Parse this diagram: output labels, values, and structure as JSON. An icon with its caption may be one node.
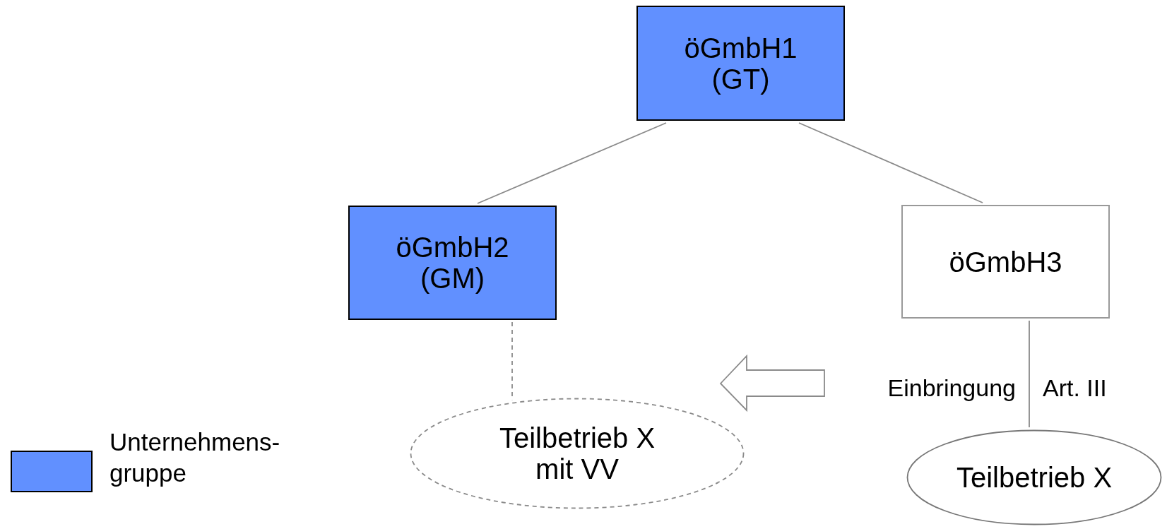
{
  "diagram": {
    "nodes": [
      {
        "text": [
          "öGmbH1 (GT)"
        ]
      },
      {
        "text": [
          "öGmbH2 (GM)"
        ]
      },
      {
        "text": [
          "öGmbH3"
        ]
      },
      {
        "text": [
          "Teilbetrieb X mit VV"
        ]
      },
      {
        "text": [
          "Teilbetrieb X"
        ]
      }
    ],
    "edges": [
      {
        "from": 0,
        "to": 1,
        "arrow": "none"
      },
      {
        "from": 0,
        "to": 2,
        "arrow": "none"
      },
      {
        "from": 1,
        "to": 3,
        "arrow": "none",
        "style": "dashed"
      },
      {
        "from": 2,
        "to": 4,
        "arrow": "none",
        "label": "Einbringung"
      }
    ],
    "labels": [
      "Art. III"
    ],
    "legend": [
      {
        "text": "Unternehmens- gruppe",
        "color": "#6190ff"
      }
    ]
  }
}
